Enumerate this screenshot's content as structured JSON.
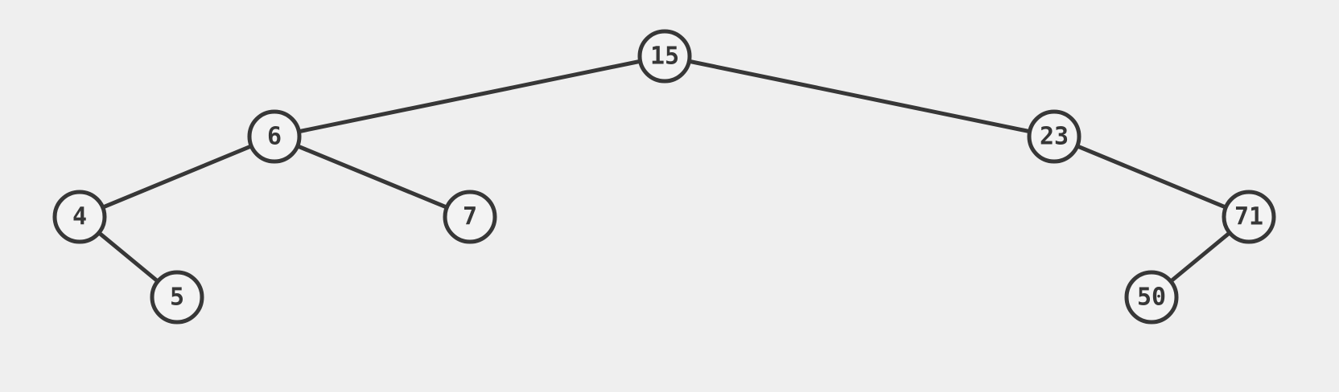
{
  "diagram": {
    "type": "binary-tree",
    "colors": {
      "background": "#efefef",
      "stroke": "#373737",
      "node_fill": "#f3f3f3",
      "label": "#373737"
    },
    "nodes": [
      {
        "id": "n15",
        "label": "15",
        "parent": null
      },
      {
        "id": "n6",
        "label": "6",
        "parent": "n15"
      },
      {
        "id": "n23",
        "label": "23",
        "parent": "n15"
      },
      {
        "id": "n4",
        "label": "4",
        "parent": "n6"
      },
      {
        "id": "n7",
        "label": "7",
        "parent": "n6"
      },
      {
        "id": "n71",
        "label": "71",
        "parent": "n23"
      },
      {
        "id": "n5",
        "label": "5",
        "parent": "n4"
      },
      {
        "id": "n50",
        "label": "50",
        "parent": "n71"
      }
    ]
  }
}
